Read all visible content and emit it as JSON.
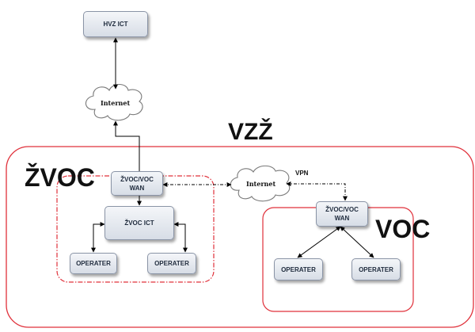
{
  "diagram": {
    "nodes": {
      "hvz_ict": "HVZ ICT",
      "zvoc_wan": "ŽVOC/VOC\nWAN",
      "zvoc_ict": "ŽVOC ICT",
      "zvoc_operater_1": "OPERATER",
      "zvoc_operater_2": "OPERATER",
      "voc_wan": "ŽVOC/VOC\nWAN",
      "voc_operater_1": "OPERATER",
      "voc_operater_2": "OPERATER"
    },
    "clouds": {
      "internet_top": "Internet",
      "internet_middle": "Internet"
    },
    "groups": {
      "vzz": "VZŽ",
      "zvoc": "ŽVOC",
      "voc": "VOC"
    },
    "link_labels": {
      "vpn": "VPN"
    },
    "colors": {
      "group_border": "#e0303a",
      "node_border": "#8a94a6",
      "connector": "#000000"
    }
  }
}
